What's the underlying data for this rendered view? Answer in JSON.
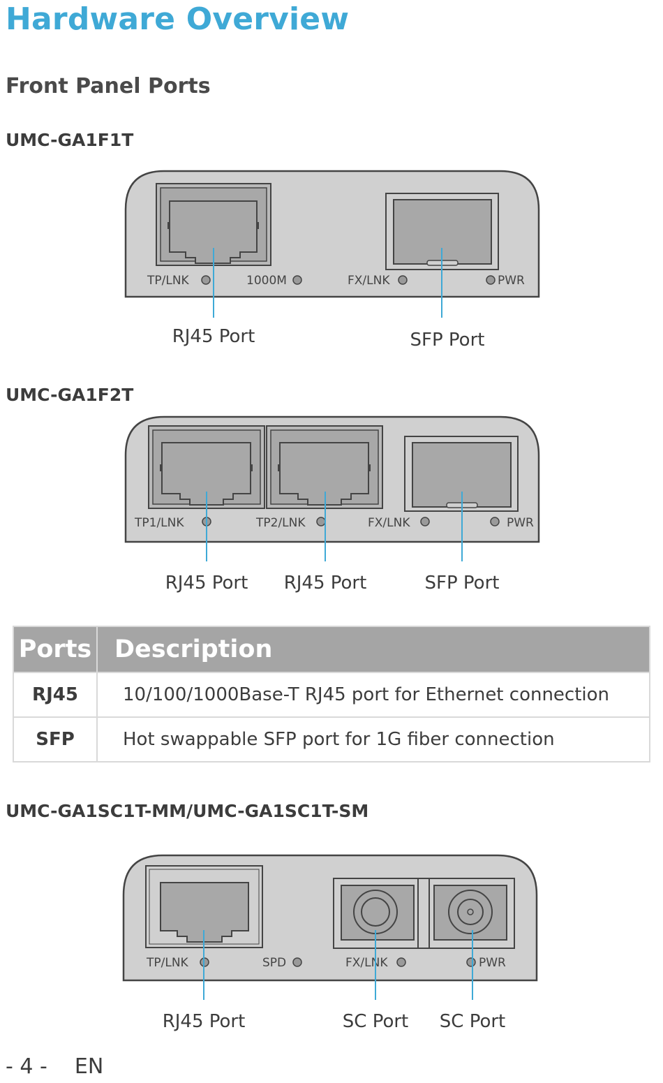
{
  "page_title": "Hardware Overview",
  "section_title": "Front Panel Ports",
  "devices": [
    {
      "model": "UMC-GA1F1T",
      "leds": [
        "TP/LNK",
        "1000M",
        "FX/LNK",
        "PWR"
      ],
      "callouts": [
        "RJ45 Port",
        "SFP Port"
      ]
    },
    {
      "model": "UMC-GA1F2T",
      "leds": [
        "TP1/LNK",
        "TP2/LNK",
        "FX/LNK",
        "PWR"
      ],
      "callouts": [
        "RJ45 Port",
        "RJ45 Port",
        "SFP Port"
      ]
    },
    {
      "model": "UMC-GA1SC1T-MM/UMC-GA1SC1T-SM",
      "leds": [
        "TP/LNK",
        "SPD",
        "FX/LNK",
        "PWR"
      ],
      "callouts": [
        "RJ45 Port",
        "SC Port",
        "SC Port"
      ]
    }
  ],
  "table": {
    "headers": [
      "Ports",
      "Description"
    ],
    "rows": [
      [
        "RJ45",
        "10/100/1000Base-T RJ45 port for Ethernet connection"
      ],
      [
        "SFP",
        "Hot swappable SFP port for 1G fiber connection"
      ]
    ]
  },
  "footer": {
    "page": "- 4 -",
    "lang": "EN"
  },
  "colors": {
    "title": "#3fa9d6",
    "device_body": "#d0d0d0",
    "port": "#a8a8a8",
    "callout_line": "#3fa9d6",
    "table_header": "#a5a5a5"
  }
}
